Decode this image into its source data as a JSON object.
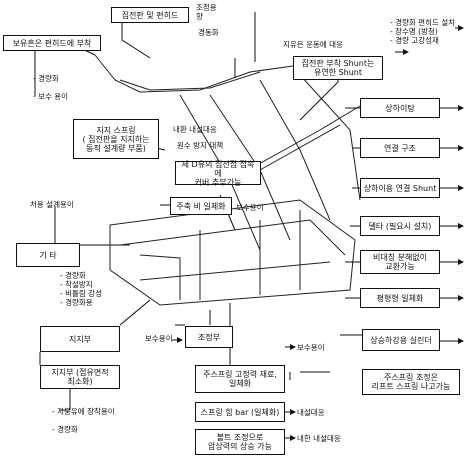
{
  "boxes": {
    "b1": "집전판 및 편히드",
    "b2": "보유흔은 편히드에 부착",
    "b3": "집전판 부착 Shunt는\n유연한 Shunt",
    "b4": "상하이탕",
    "b5": "지지 스프링\n( 집전판을 지지하는\n동적 설계량 부품)",
    "b6": "제 D유의 집전점 접속에\n커버 추부가능",
    "b7": "연결 구조",
    "b8": "상하이용 연결 Shunt",
    "b9": "주축 비 일체화",
    "b10": "델타 (필요시 설치)",
    "b11": "기 타",
    "b12": "비대칭 분해없이\n교환가능",
    "b13": "평형형 일체화",
    "b14": "상승하강용 실린더",
    "b15": "지지부",
    "b16": "조정부",
    "b17": "지지부 (접유면적\n최소화)",
    "b18": "주스프링 고정력 재료,\n일체화",
    "b19": "주스프링 조정은\n리프트 스프링 나고가능",
    "b20": "스프링 힘 bar (일체화)",
    "b21": "볼트 조정으로\n압상력의 상승 가능"
  },
  "texts": {
    "t1": "조정용\n향",
    "t2": "경동화",
    "t3": "- 경량화 편히드 설치\n- 장수명 (방청)\n- 경량 고강성재",
    "t4": "지유은 운동에 대응",
    "t5": "- 경량화",
    "t6": "- 보수 용이",
    "t7": "내환 내설대응",
    "t8": "원수 방지 대책",
    "t9": "보수용이",
    "t10": "처용 설계용이",
    "t11": "- 경량화\n- 착설방지\n- 비틀림 강성\n- 경량화용",
    "t12": "보수용이",
    "t13": "보수용이",
    "t14": "- 지붕유에 장착용이",
    "t15": "- 경량화",
    "t16": "내설대응",
    "t17": "내한 내설대응"
  }
}
